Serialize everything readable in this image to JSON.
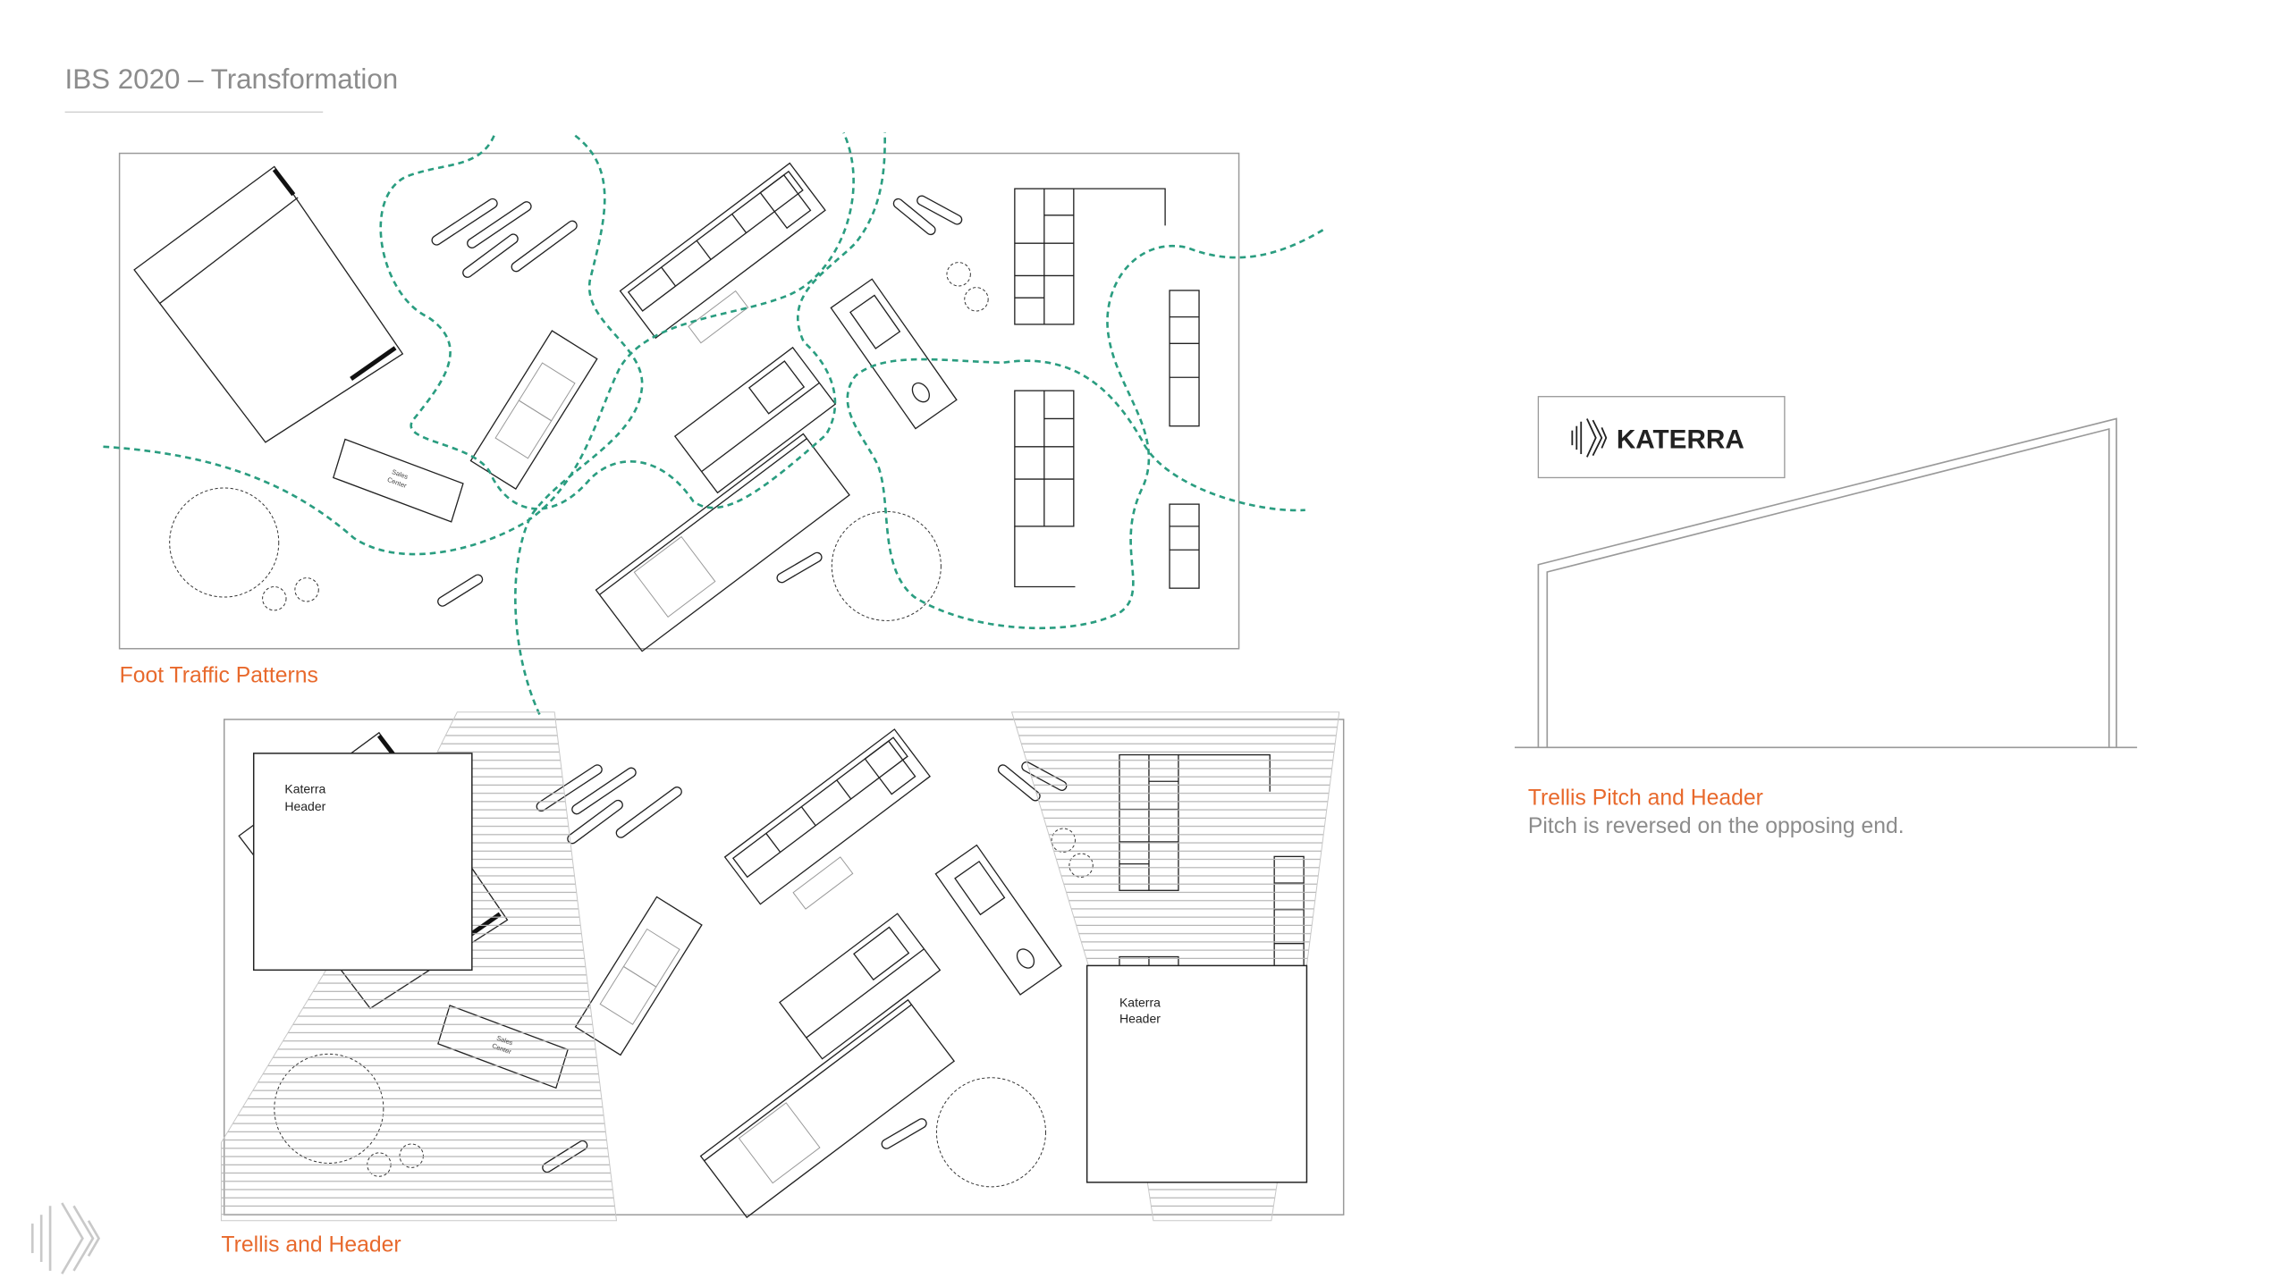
{
  "page": {
    "title": "IBS 2020 – Transformation"
  },
  "foot_traffic": {
    "label": "Foot Traffic Patterns",
    "sales_center": [
      "Sales",
      "Center"
    ]
  },
  "trellis": {
    "label": "Trellis and Header",
    "sales_center": [
      "Sales",
      "Center"
    ],
    "headers": [
      {
        "lines": [
          "Katerra",
          "Header"
        ]
      },
      {
        "lines": [
          "Katerra",
          "Header"
        ]
      }
    ]
  },
  "elevation": {
    "label": "Trellis Pitch and Header",
    "note": "Pitch is reversed on the opposing end.",
    "logo_text": "KATERRA"
  },
  "colors": {
    "accent": "#e8692c",
    "traffic": "#2a9d80",
    "text_grey": "#8c8c8c"
  },
  "icons": {
    "brand": "katerra-logo-icon"
  }
}
